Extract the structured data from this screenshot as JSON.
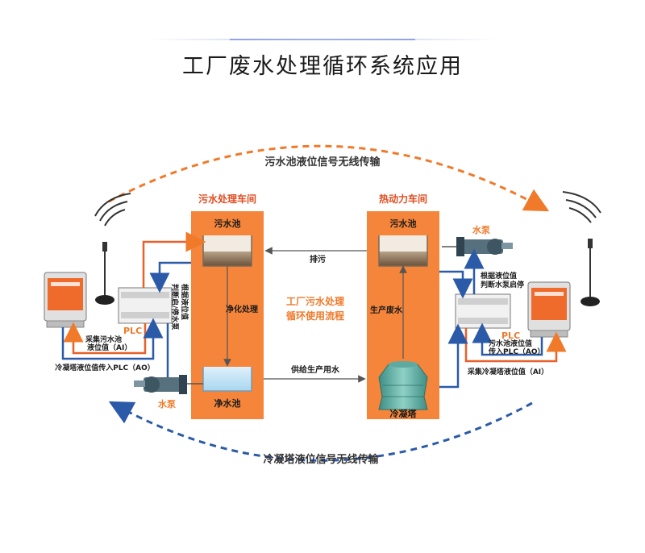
{
  "title": "工厂废水处理循环系统应用",
  "top_arc_label": "污水池液位信号无线传输",
  "bottom_arc_label": "冷凝塔液位信号无线传输",
  "left_panel": {
    "title": "污水处理车间",
    "sewage_pool": "污水池",
    "purify": "净化处理",
    "clean_pool": "净水池"
  },
  "right_panel": {
    "title": "热动力车间",
    "sewage_pool": "污水池",
    "waste_water": "生产废水",
    "cooling_tower": "冷凝塔"
  },
  "center": {
    "discharge": "排污",
    "supply": "供给生产用水",
    "flow_line1": "工厂污水处理",
    "flow_line2": "循环使用流程"
  },
  "left_side": {
    "plc": "PLC",
    "collect_line1": "采集污水池",
    "collect_line2": "液位值（AI）",
    "judge_col1": "根据液位值",
    "judge_col2": "判断启/停水泵",
    "ao_label": "冷凝塔液位值传入PLC（AO）",
    "pump": "水泵"
  },
  "right_side": {
    "plc": "PLC",
    "judge_line1": "根据液位值",
    "judge_line2": "判断水泵启停",
    "ao_line1": "污水池液位值",
    "ao_line2": "传入PLC（AO）",
    "collect": "采集冷凝塔液位值（AI）",
    "pump": "水泵"
  },
  "colors": {
    "orange": "#f07a2a",
    "panel": "#f5853a",
    "blue": "#2a5aa8",
    "dark_blue": "#1f4a9a",
    "red_text": "#e14b1e"
  }
}
